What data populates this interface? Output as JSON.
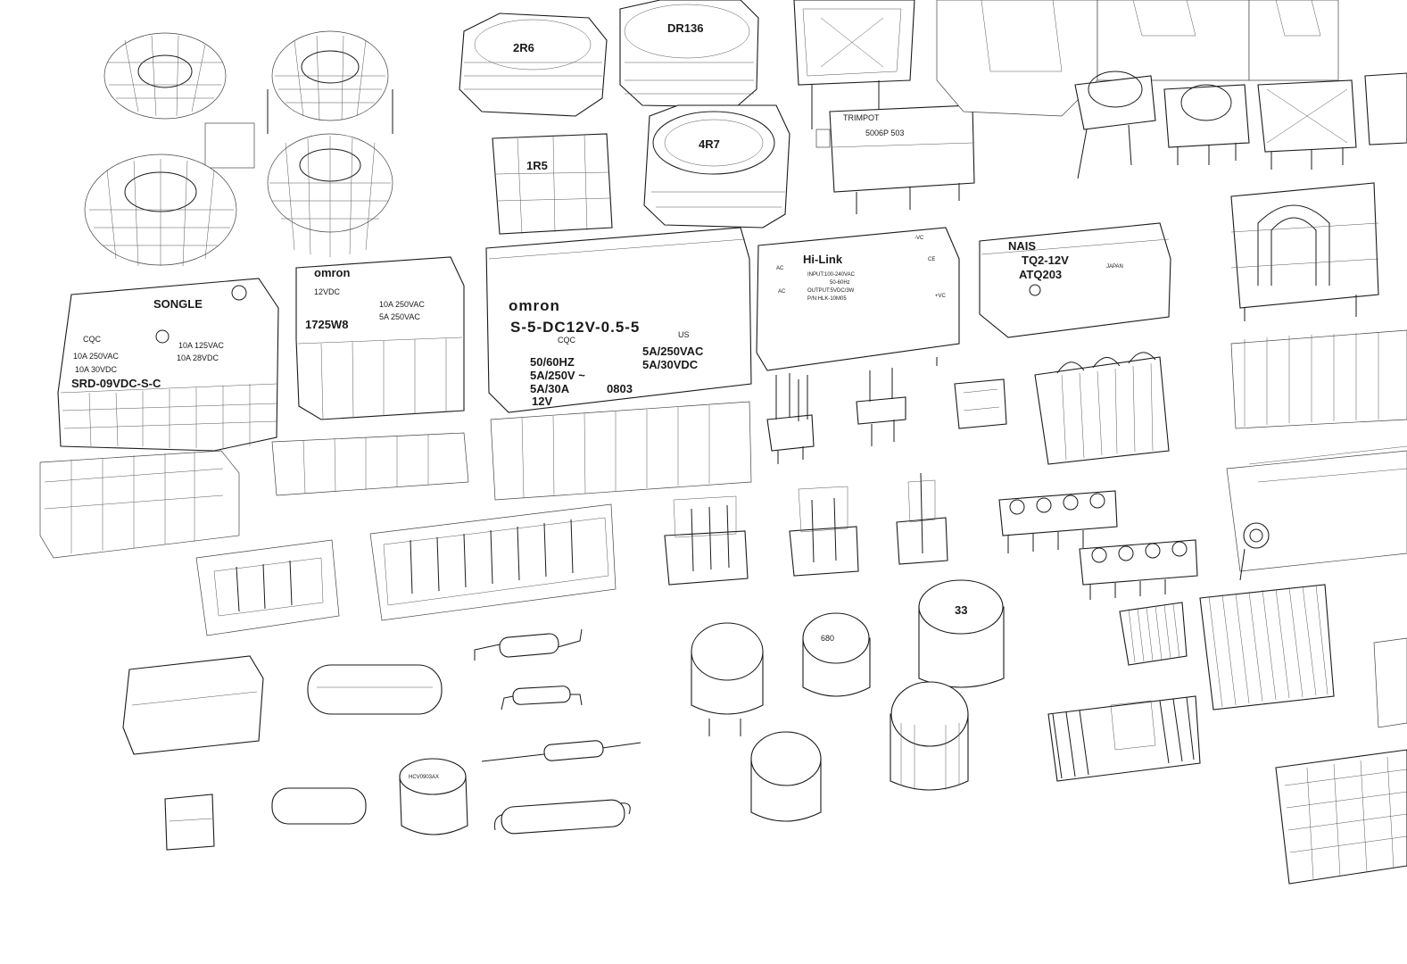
{
  "scene": {
    "inductor_labels": [
      "2R6",
      "DR136",
      "1R5",
      "4R7"
    ],
    "trimpot": {
      "brand": "TRIMPOT",
      "code": "5006P 503"
    },
    "relay_songle": {
      "brand": "SONGLE",
      "cert": "CQC",
      "lines": [
        "10A 250VAC",
        "10A 125VAC",
        "10A 30VDC",
        "10A 28VDC"
      ],
      "model": "SRD-09VDC-S-C"
    },
    "relay_omron_small": {
      "brand": "omron",
      "lines": [
        "12VDC",
        "10A 250VAC",
        "5A 250VAC"
      ],
      "model": "1725W8"
    },
    "relay_omron_big": {
      "brand": "omron",
      "model": "S-5-DC12V-0.5-5",
      "cert": "CQC",
      "lines_left": [
        "50/60HZ",
        "5A/250V ~",
        "5A/30A",
        "12V"
      ],
      "lines_right": [
        "5A/250VAC",
        "5A/30VDC"
      ],
      "code": "0803",
      "us": "US"
    },
    "hilink": {
      "brand": "Hi-Link",
      "lines": [
        "INPUT:100-240VAC",
        "50-60Hz",
        "OUTPUT:5VDC/3W",
        "P/N:HLK-10M05"
      ],
      "pins": [
        "AC",
        "AC",
        "-VC",
        "+VC"
      ],
      "ce": "CE"
    },
    "nais_relay": {
      "brand": "NAIS",
      "model": "TQ2-12V",
      "part": "ATQ203",
      "origin": "JAPAN"
    },
    "capacitor_labels": [
      "680",
      "33"
    ],
    "crystal_label": "HCV0903AX"
  }
}
